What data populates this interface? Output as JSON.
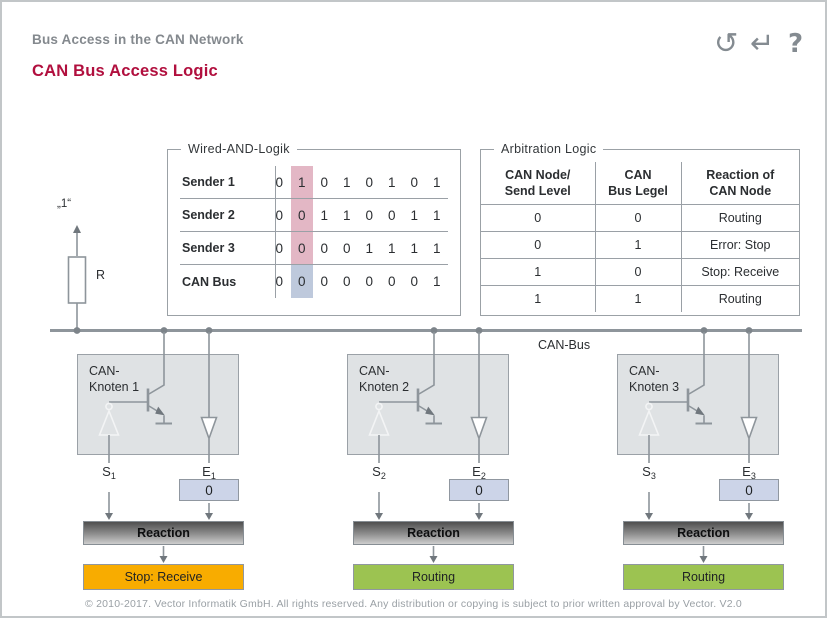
{
  "header": {
    "subtitle": "Bus Access in the CAN Network",
    "title": "CAN Bus Access Logic",
    "icons": {
      "reload_glyph": "↺",
      "return_glyph": "↵",
      "help_glyph": "?"
    }
  },
  "wired_and": {
    "legend": "Wired-AND-Logik",
    "rows": [
      {
        "label": "Sender 1",
        "values": [
          "0",
          "1",
          "0",
          "1",
          "0",
          "1",
          "0",
          "1"
        ]
      },
      {
        "label": "Sender 2",
        "values": [
          "0",
          "0",
          "1",
          "1",
          "0",
          "0",
          "1",
          "1"
        ]
      },
      {
        "label": "Sender 3",
        "values": [
          "0",
          "0",
          "0",
          "0",
          "1",
          "1",
          "1",
          "1"
        ]
      },
      {
        "label": "CAN Bus",
        "values": [
          "0",
          "0",
          "0",
          "0",
          "0",
          "0",
          "0",
          "1"
        ]
      }
    ],
    "highlight": {
      "column_index": 1,
      "sender_color": "#e3b7c5",
      "bus_color": "#bec9dc"
    }
  },
  "arbitration": {
    "legend": "Arbitration Logic",
    "headers": [
      "CAN Node/\nSend Level",
      "CAN\nBus Legel",
      "Reaction of\nCAN Node"
    ],
    "rows": [
      [
        "0",
        "0",
        "Routing"
      ],
      [
        "0",
        "1",
        "Error: Stop"
      ],
      [
        "1",
        "0",
        "Stop: Receive"
      ],
      [
        "1",
        "1",
        "Routing"
      ]
    ]
  },
  "circuit": {
    "pullup_label": "„1“",
    "resistor_label": "R",
    "bus_label": "CAN-Bus"
  },
  "nodes": [
    {
      "title": "CAN-\nKnoten 1",
      "s_main": "S",
      "s_sub": "1",
      "e_main": "E",
      "e_sub": "1",
      "e_value": "0",
      "reaction_label": "Reaction",
      "result": "Stop: Receive",
      "result_color": "#f8ac00"
    },
    {
      "title": "CAN-\nKnoten 2",
      "s_main": "S",
      "s_sub": "2",
      "e_main": "E",
      "e_sub": "2",
      "e_value": "0",
      "reaction_label": "Reaction",
      "result": "Routing",
      "result_color": "#9cc351"
    },
    {
      "title": "CAN-\nKnoten 3",
      "s_main": "S",
      "s_sub": "3",
      "e_main": "E",
      "e_sub": "3",
      "e_value": "0",
      "reaction_label": "Reaction",
      "result": "Routing",
      "result_color": "#9cc351"
    }
  ],
  "footer": {
    "copyright": "© 2010-2017. Vector Informatik GmbH. All rights reserved. Any distribution or copying is subject to prior written approval by Vector. V2.0"
  }
}
